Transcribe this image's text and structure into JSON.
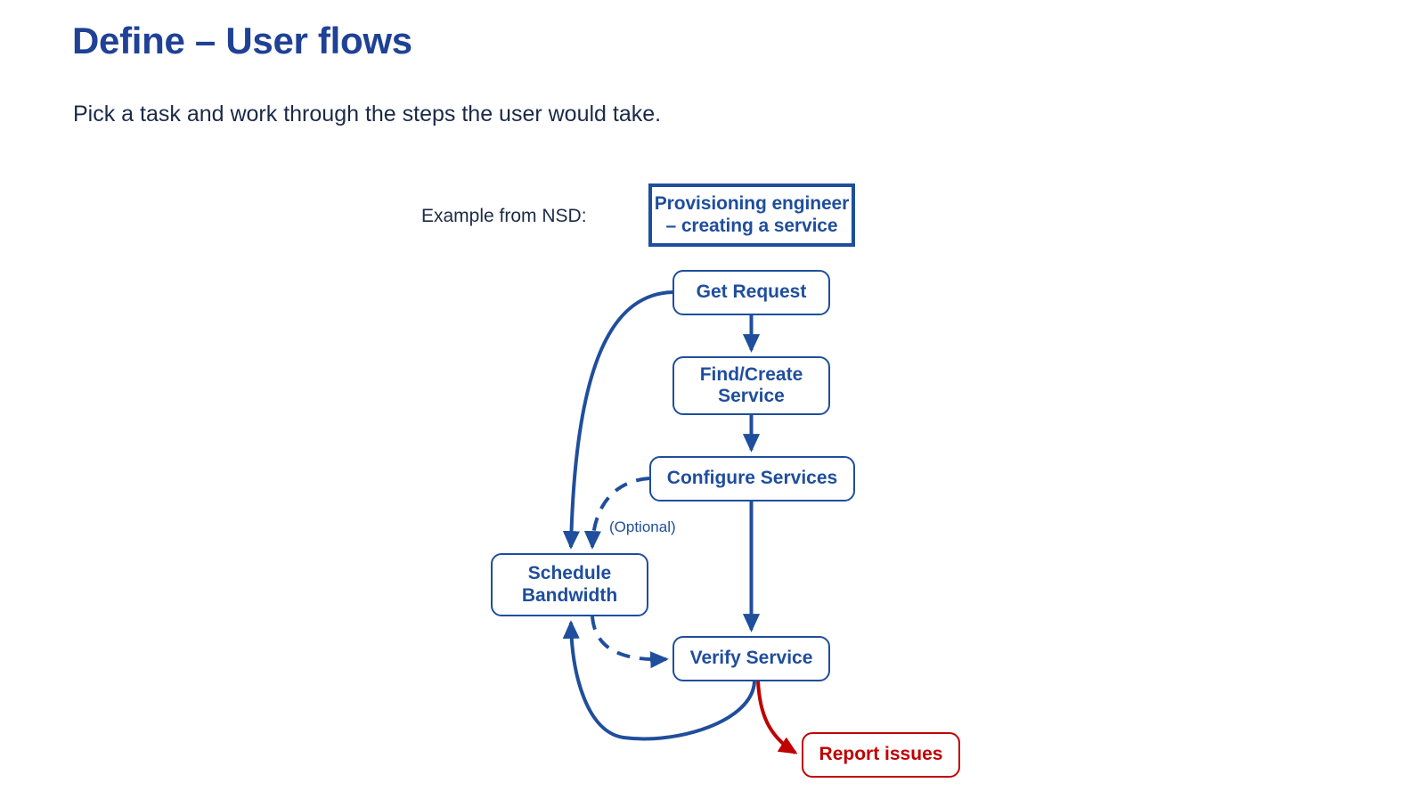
{
  "slide": {
    "title": "Define – User flows",
    "subtitle": "Pick a task and work through the steps the user would take.",
    "title_color": "#1F4196",
    "subtitle_color": "#1B2A47"
  },
  "diagram": {
    "caption": "Example from NSD:",
    "accent_blue": "#1F4E9C",
    "error_red": "#C00000",
    "nodes": [
      {
        "id": "header",
        "label": "Provisioning engineer\n– creating a service",
        "line1": "Provisioning engineer",
        "line2": "– creating a service",
        "style": "header"
      },
      {
        "id": "get-request",
        "label": "Get Request",
        "style": "process"
      },
      {
        "id": "find-create",
        "label": "Find/Create Service",
        "line1": "Find/Create",
        "line2": "Service",
        "style": "process"
      },
      {
        "id": "configure",
        "label": "Configure Services",
        "style": "process"
      },
      {
        "id": "schedule",
        "label": "Schedule Bandwidth",
        "line1": "Schedule",
        "line2": "Bandwidth",
        "style": "process"
      },
      {
        "id": "verify",
        "label": "Verify Service",
        "style": "process"
      },
      {
        "id": "report",
        "label": "Report issues",
        "style": "error"
      }
    ],
    "edges": [
      {
        "from": "get-request",
        "to": "find-create",
        "style": "solid",
        "color": "#1F4E9C",
        "label": ""
      },
      {
        "from": "find-create",
        "to": "configure",
        "style": "solid",
        "color": "#1F4E9C",
        "label": ""
      },
      {
        "from": "configure",
        "to": "verify",
        "style": "solid",
        "color": "#1F4E9C",
        "label": ""
      },
      {
        "from": "get-request",
        "to": "schedule",
        "style": "solid",
        "color": "#1F4E9C",
        "label": ""
      },
      {
        "from": "configure",
        "to": "schedule",
        "style": "dashed",
        "color": "#1F4E9C",
        "label": "(Optional)"
      },
      {
        "from": "schedule",
        "to": "verify",
        "style": "dashed",
        "color": "#1F4E9C",
        "label": ""
      },
      {
        "from": "verify",
        "to": "schedule",
        "style": "solid",
        "color": "#1F4E9C",
        "label": ""
      },
      {
        "from": "verify",
        "to": "report",
        "style": "solid",
        "color": "#C00000",
        "label": ""
      }
    ],
    "labels": {
      "optional": "(Optional)"
    }
  }
}
